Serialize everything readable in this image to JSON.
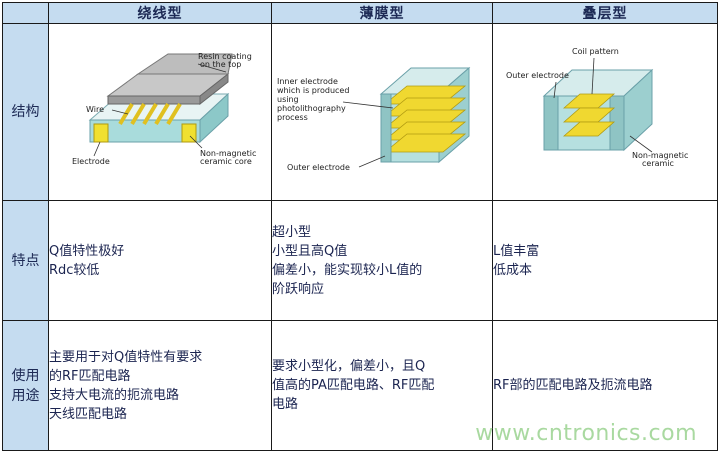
{
  "table": {
    "headers": [
      "",
      "绕线型",
      "薄膜型",
      "叠层型"
    ],
    "rows": {
      "structure": {
        "label": "结构"
      },
      "features": {
        "label": "特点",
        "wirewound": [
          "Q值特性极好",
          "Rdc较低"
        ],
        "thinfilm": [
          "超小型",
          "小型且高Q值",
          "偏差小，能实现较小L值的",
          "阶跃响应"
        ],
        "multilayer": [
          "L值丰富",
          "低成本"
        ]
      },
      "usage": {
        "label": "使用用途",
        "label_lines": [
          "使用",
          "用途"
        ],
        "wirewound": [
          "主要用于对Q值特性有要求",
          "的RF匹配电路",
          "支持大电流的扼流电路",
          "天线匹配电路"
        ],
        "thinfilm": [
          "要求小型化，偏差小，且Q",
          "值高的PA匹配电路、RF匹配",
          "电路"
        ],
        "multilayer": [
          "RF部的匹配电路及扼流电路"
        ]
      }
    }
  },
  "diagrams": {
    "wirewound": {
      "resin": [
        "Resin coating",
        "on the top"
      ],
      "wire": "Wire",
      "electrode": "Electrode",
      "core": [
        "Non-magnetic",
        "ceramic core"
      ]
    },
    "thinfilm": {
      "inner": [
        "Inner electrode",
        "which is produced",
        "using",
        "photolithography",
        "process"
      ],
      "outer": "Outer electrode"
    },
    "multilayer": {
      "coil": "Coil pattern",
      "outer": "Outer electrode",
      "ceramic": [
        "Non-magnetic",
        "ceramic"
      ]
    }
  },
  "watermark": "www.cntronics.com"
}
